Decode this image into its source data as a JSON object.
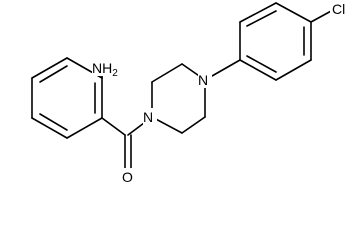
{
  "molecule": {
    "atoms": {
      "amine": {
        "symbol": "NH",
        "subscript": "2"
      },
      "piperazine_n1": {
        "symbol": "N"
      },
      "piperazine_n4": {
        "symbol": "N"
      },
      "carbonyl_o": {
        "symbol": "O"
      },
      "chlorine": {
        "symbol": "Cl"
      }
    },
    "colors": {
      "bond": "#000000",
      "label": "#000000",
      "background": "#ffffff"
    }
  }
}
